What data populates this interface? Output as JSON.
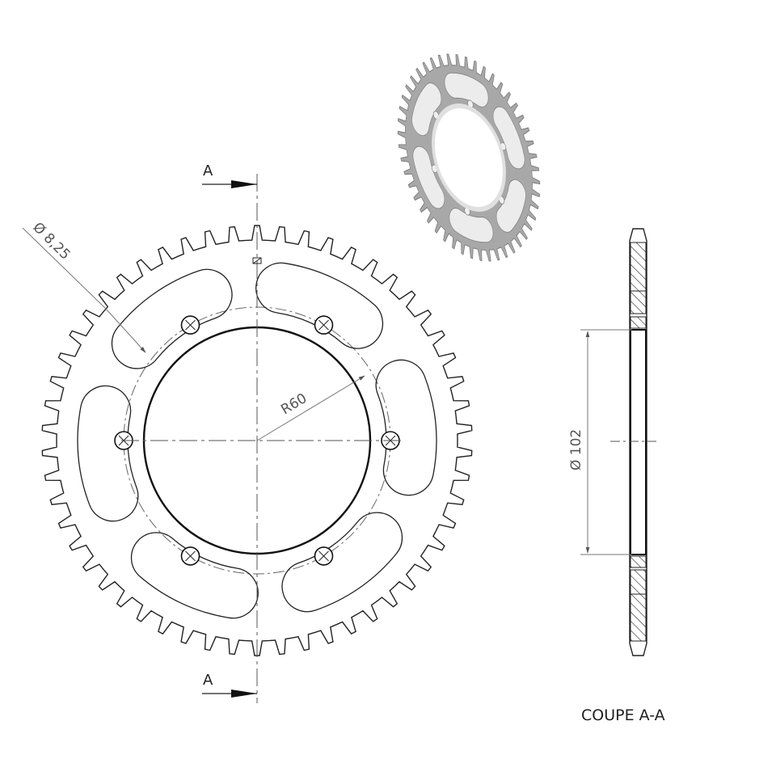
{
  "drawing": {
    "section_marker_top": "A",
    "section_marker_bottom": "A",
    "hole_diameter_label": "Ø 8,25",
    "radius_label": "R60",
    "section_diameter_label": "Ø 102",
    "section_caption": "COUPE A-A",
    "teeth_count": 54,
    "slot_count": 6,
    "bolt_hole_count": 6,
    "preview_teeth_count": 48,
    "colors": {
      "line": "#222222",
      "centerline": "#555555",
      "preview_fill": "#a8a8a8",
      "preview_highlight": "#e6e6e6"
    }
  }
}
